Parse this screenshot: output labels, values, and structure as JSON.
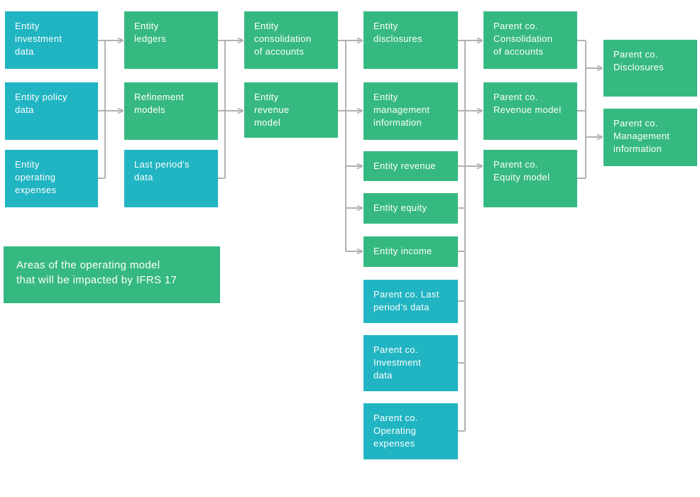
{
  "colors": {
    "input_box": "#21b4c2",
    "impacted_box": "#36b981",
    "connector_line": "#b1b1b1",
    "box_text": "#ffffff"
  },
  "legend": {
    "label": "Areas of the operating model\nthat will be impacted by IFRS 17"
  },
  "nodes": [
    {
      "id": "entity-investment-data",
      "label": "Entity\ninvestment\ndata",
      "type": "input"
    },
    {
      "id": "entity-policy-data",
      "label": "Entity policy\ndata",
      "type": "input"
    },
    {
      "id": "entity-operating-expenses",
      "label": "Entity\noperating\nexpenses",
      "type": "input"
    },
    {
      "id": "entity-ledgers",
      "label": "Entity\nledgers",
      "type": "impacted"
    },
    {
      "id": "refinement-models",
      "label": "Refinement\nmodels",
      "type": "impacted"
    },
    {
      "id": "last-periods-data",
      "label": "Last period’s\ndata",
      "type": "input"
    },
    {
      "id": "entity-consolidation-of-accounts",
      "label": "Entity\nconsolidation\nof accounts",
      "type": "impacted"
    },
    {
      "id": "entity-revenue-model",
      "label": "Entity\nrevenue\nmodel",
      "type": "impacted"
    },
    {
      "id": "entity-disclosures",
      "label": "Entity\ndisclosures",
      "type": "impacted"
    },
    {
      "id": "entity-management-information",
      "label": "Entity\nmanagement\ninformation",
      "type": "impacted"
    },
    {
      "id": "entity-revenue",
      "label": "Entity revenue",
      "type": "impacted"
    },
    {
      "id": "entity-equity",
      "label": "Entity equity",
      "type": "impacted"
    },
    {
      "id": "entity-income",
      "label": "Entity income",
      "type": "impacted"
    },
    {
      "id": "parent-co-last-periods-data",
      "label": "Parent co. Last\nperiod’s data",
      "type": "input"
    },
    {
      "id": "parent-co-investment-data",
      "label": "Parent co.\nInvestment\ndata",
      "type": "input"
    },
    {
      "id": "parent-co-operating-expenses",
      "label": "Parent co.\nOperating\nexpenses",
      "type": "input"
    },
    {
      "id": "parent-co-consolidation-of-accounts",
      "label": "Parent co.\nConsolidation\nof accounts",
      "type": "impacted"
    },
    {
      "id": "parent-co-revenue-model",
      "label": "Parent co.\nRevenue model",
      "type": "impacted"
    },
    {
      "id": "parent-co-equity-model",
      "label": "Parent co.\nEquity model",
      "type": "impacted"
    },
    {
      "id": "parent-co-disclosures",
      "label": "Parent co.\nDisclosures",
      "type": "impacted"
    },
    {
      "id": "parent-co-management-information",
      "label": "Parent co.\nManagement\ninformation",
      "type": "impacted"
    }
  ]
}
